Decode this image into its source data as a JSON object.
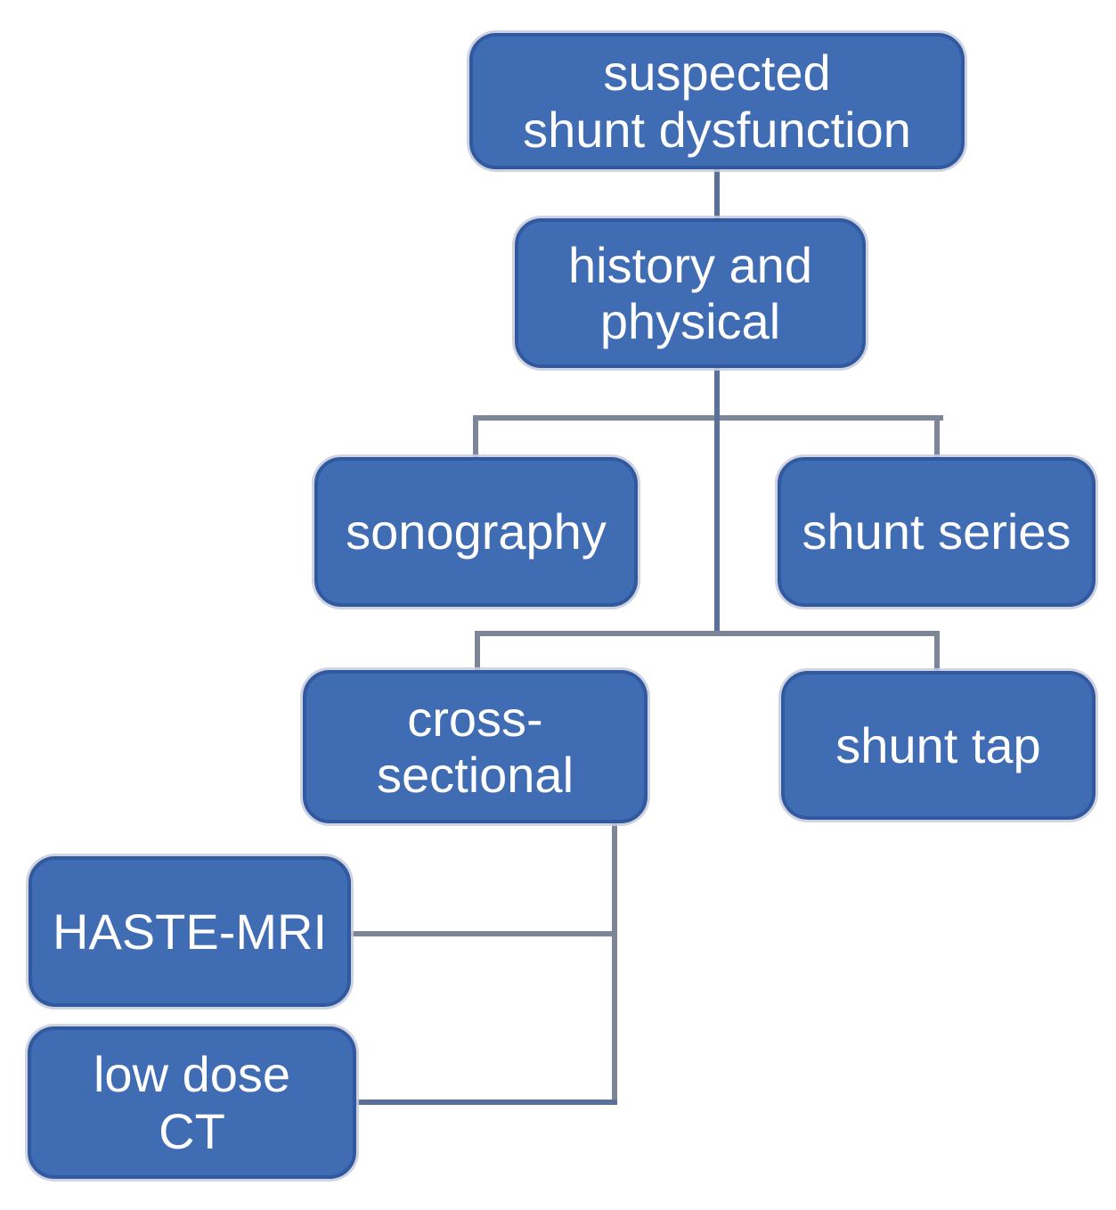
{
  "diagram": {
    "type": "flowchart",
    "topic": "suspected shunt dysfunction diagnostic workup",
    "colors": {
      "background": "#FFFFFF",
      "box_fill": "#406CB4",
      "box_border": "#31599F",
      "box_text": "#FFFFFF",
      "connector": "#7C8698",
      "connector_dark": "#5A7096"
    },
    "nodes": [
      {
        "id": "suspected-shunt-dysfunction",
        "label": "suspected\nshunt dysfunction"
      },
      {
        "id": "history-and-physical",
        "label": "history and\nphysical"
      },
      {
        "id": "sonography",
        "label": "sonography"
      },
      {
        "id": "shunt-series",
        "label": "shunt series"
      },
      {
        "id": "cross-sectional",
        "label": "cross-\nsectional"
      },
      {
        "id": "shunt-tap",
        "label": "shunt tap"
      },
      {
        "id": "haste-mri",
        "label": "HASTE-MRI"
      },
      {
        "id": "low-dose-ct",
        "label": "low dose\nCT"
      }
    ],
    "edges": [
      {
        "from": "suspected-shunt-dysfunction",
        "to": "history-and-physical"
      },
      {
        "from": "history-and-physical",
        "to": "sonography"
      },
      {
        "from": "history-and-physical",
        "to": "shunt-series"
      },
      {
        "from": "history-and-physical",
        "to": "cross-sectional"
      },
      {
        "from": "history-and-physical",
        "to": "shunt-tap"
      },
      {
        "from": "cross-sectional",
        "to": "haste-mri"
      },
      {
        "from": "cross-sectional",
        "to": "low-dose-ct"
      }
    ]
  }
}
